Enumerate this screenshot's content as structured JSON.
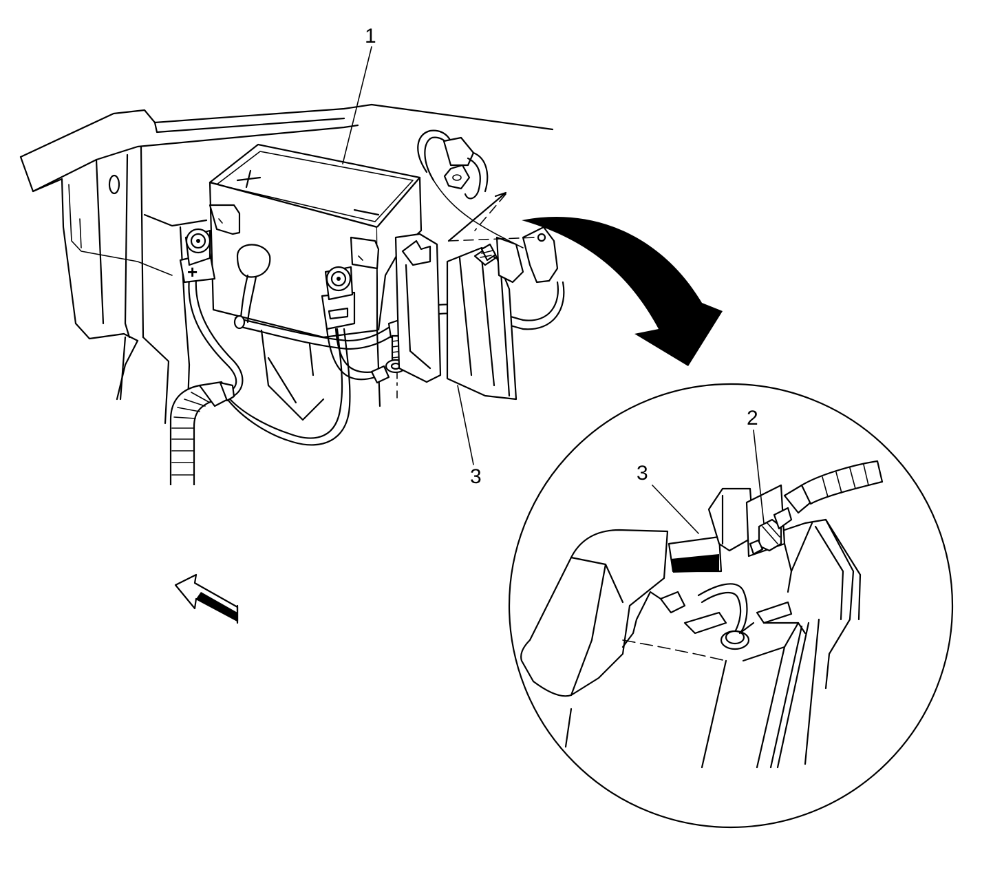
{
  "callouts": {
    "battery": "1",
    "nut": "2",
    "tray_main": "3",
    "tray_detail": "3"
  },
  "symbols": {
    "positive": "+",
    "negative": "−"
  }
}
